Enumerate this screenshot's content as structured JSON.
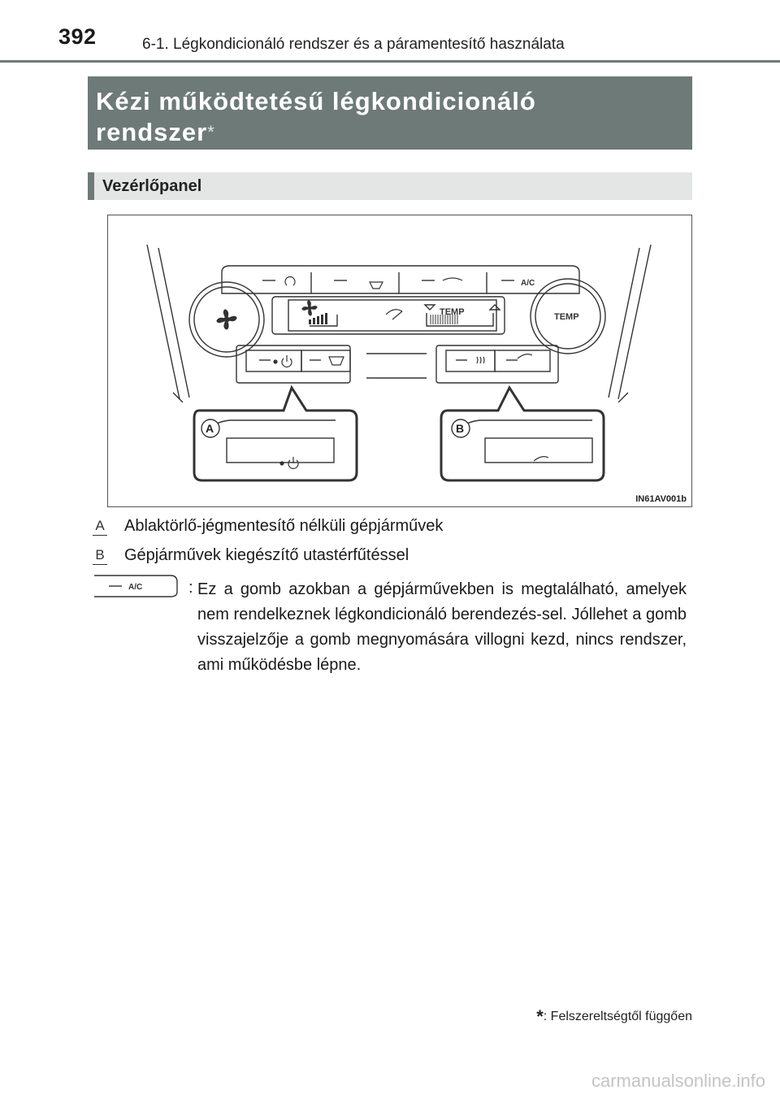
{
  "header": {
    "page_number": "392",
    "section": "6-1. Légkondicionáló rendszer és a páramentesítő használata"
  },
  "title": {
    "line1": "Kézi működtetésű légkondicionáló",
    "line2": "rendszer",
    "star": "*"
  },
  "subsection": "Vezérlőpanel",
  "figure": {
    "code": "IN61AV001b",
    "callout_a": "A",
    "callout_b": "B",
    "temp_label": "TEMP",
    "ac_label": "A/C"
  },
  "items": [
    {
      "marker": "A",
      "label": "Ablaktörlő-jégmentesítő nélküli gépjárművek"
    },
    {
      "marker": "B",
      "label": "Gépjárművek kiegészítő utastérfűtéssel"
    }
  ],
  "ac_note": {
    "icon_label": "A/C",
    "colon": ":",
    "text": "Ez a gomb azokban a gépjárművekben is megtalálható, amelyek nem rendelkeznek légkondicionáló berendezés-sel. Jóllehet a gomb visszajelzője a gomb megnyomására villogni kezd, nincs rendszer, ami működésbe lépne."
  },
  "footnote": {
    "star": "*",
    "text": ": Felszereltségtől függően"
  },
  "watermark": "carmanualsonline.info"
}
